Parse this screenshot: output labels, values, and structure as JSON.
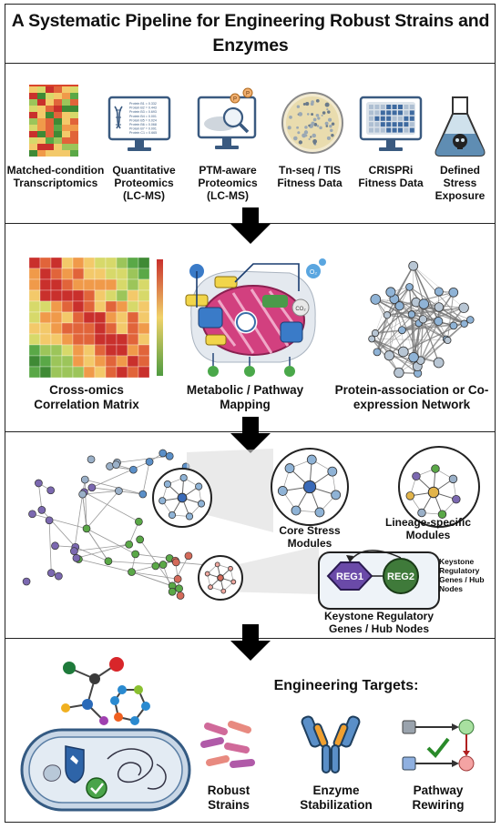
{
  "title": "A Systematic Pipeline for Engineering Robust Strains and Enzymes",
  "section1": {
    "items": [
      {
        "label": "Matched-condition Transcriptomics"
      },
      {
        "label": "Quantitative Proteomics (LC-MS)"
      },
      {
        "label": "PTM-aware Proteomics (LC-MS)"
      },
      {
        "label": "Tn-seq / TIS Fitness Data"
      },
      {
        "label": "CRISPRi Fitness Data"
      },
      {
        "label": "Defined Stress Exposure"
      }
    ],
    "monitor_text": [
      "Protein B1 = 0.332",
      "Protein B2 = 0.443",
      "Protein B3 = 0.693",
      "Protein B4 = 0.001",
      "Protein B5 = 0.024",
      "Protein B6 = 0.068",
      "Protein B7 = 0.091",
      "Protein C1 = 0.665"
    ],
    "ptm_badge": "P",
    "colors": {
      "heatmap_red": "#d9452b",
      "heatmap_green": "#5aa847",
      "monitor": "#3a5a80",
      "plate": "#e9dcae"
    }
  },
  "section2": {
    "items": [
      {
        "label": "Cross-omics Correlation Matrix"
      },
      {
        "label": "Metabolic / Pathway Mapping"
      },
      {
        "label": "Protein-association or Co-expression Network"
      }
    ],
    "bubble_labels": [
      "O₂",
      "CO₂"
    ]
  },
  "section3": {
    "core": "Core Stress Modules",
    "lineage": "Lineage-specific Modules",
    "keystone": "Keystone Regulatory Genes / Hub Nodes",
    "keystone_side": "Keystone Regulatory Genes / Hub Nodes",
    "reg1": "REG1",
    "reg2": "REG2"
  },
  "section4": {
    "heading": "Engineering Targets:",
    "targets": [
      {
        "label": "Robust Strains"
      },
      {
        "label": "Enzyme Stabilization"
      },
      {
        "label": "Pathway Rewiring"
      }
    ]
  }
}
